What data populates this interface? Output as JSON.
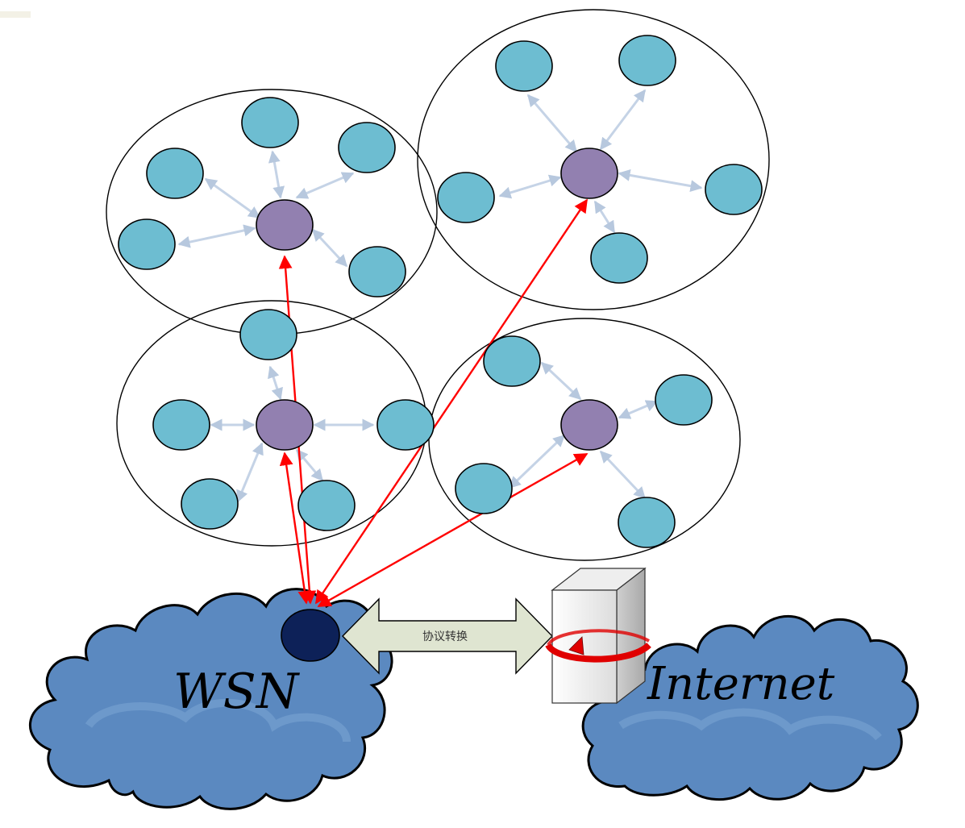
{
  "diagram": {
    "wsn_label": "WSN",
    "internet_label": "Internet",
    "protocol_label": "协议转换",
    "colors": {
      "sensor_node": "#6dbdd1",
      "cluster_head": "#9280b0",
      "sink_node": "#0d2158",
      "cloud": "#5b89c0",
      "red_link": "#ff0000",
      "light_link": "#c5d3e6",
      "band_arrow": "#dfe5d1"
    },
    "icons": [
      "cloud-wsn-icon",
      "cloud-internet-icon",
      "gateway-server-icon",
      "sink-node-icon"
    ]
  }
}
